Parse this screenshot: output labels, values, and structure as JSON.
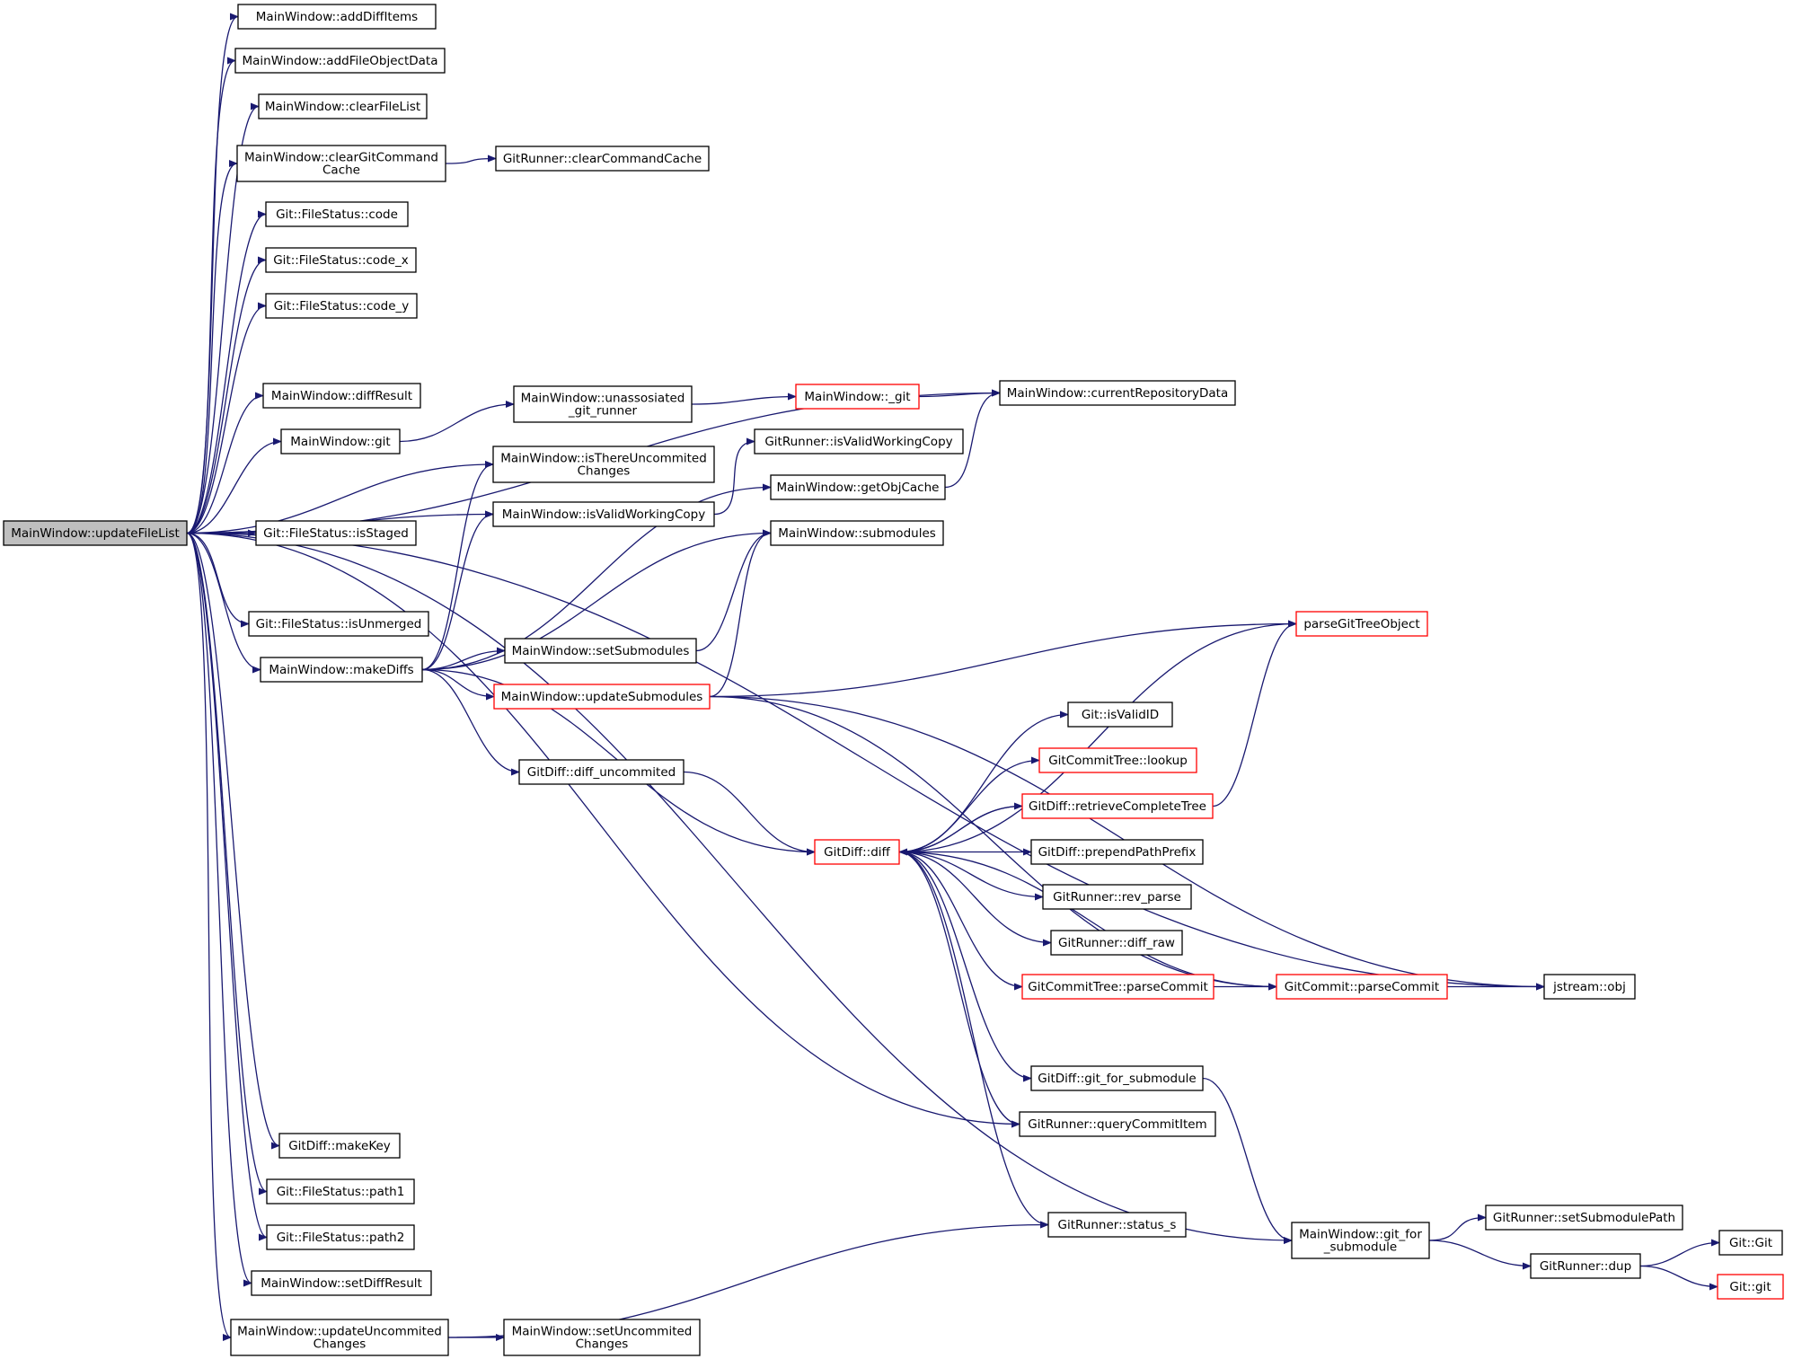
{
  "colors": {
    "edge": "#191970",
    "node_border": "#000000",
    "node_highlight_border": "#ff0000",
    "root_fill": "#bfbfbf"
  },
  "nodes": {
    "updateFileList": {
      "lines": [
        "MainWindow::updateFileList"
      ],
      "style": "root"
    },
    "addDiffItems": {
      "lines": [
        "MainWindow::addDiffItems"
      ]
    },
    "addFileObjectData": {
      "lines": [
        "MainWindow::addFileObjectData"
      ]
    },
    "clearFileList": {
      "lines": [
        "MainWindow::clearFileList"
      ]
    },
    "clearGitCommandCache": {
      "lines": [
        "MainWindow::clearGitCommand",
        "Cache"
      ]
    },
    "clearCommandCache": {
      "lines": [
        "GitRunner::clearCommandCache"
      ]
    },
    "fsCode": {
      "lines": [
        "Git::FileStatus::code"
      ]
    },
    "fsCodeX": {
      "lines": [
        "Git::FileStatus::code_x"
      ]
    },
    "fsCodeY": {
      "lines": [
        "Git::FileStatus::code_y"
      ]
    },
    "currentRepositoryData": {
      "lines": [
        "MainWindow::currentRepositoryData"
      ]
    },
    "diffResult": {
      "lines": [
        "MainWindow::diffResult"
      ]
    },
    "unassosiated": {
      "lines": [
        "MainWindow::unassosiated",
        "_git_runner"
      ]
    },
    "mwGitPriv": {
      "lines": [
        "MainWindow::_git"
      ],
      "style": "red"
    },
    "mwGit": {
      "lines": [
        "MainWindow::git"
      ]
    },
    "isValidWorkingCopyRunner": {
      "lines": [
        "GitRunner::isValidWorkingCopy"
      ]
    },
    "isThereUncommited": {
      "lines": [
        "MainWindow::isThereUncommited",
        "Changes"
      ]
    },
    "isValidWorkingCopy": {
      "lines": [
        "MainWindow::isValidWorkingCopy"
      ]
    },
    "getObjCache": {
      "lines": [
        "MainWindow::getObjCache"
      ]
    },
    "isStaged": {
      "lines": [
        "Git::FileStatus::isStaged"
      ]
    },
    "submodules": {
      "lines": [
        "MainWindow::submodules"
      ]
    },
    "isUnmerged": {
      "lines": [
        "Git::FileStatus::isUnmerged"
      ]
    },
    "parseGitTreeObject": {
      "lines": [
        "parseGitTreeObject"
      ],
      "style": "red"
    },
    "makeDiffs": {
      "lines": [
        "MainWindow::makeDiffs"
      ]
    },
    "setSubmodules": {
      "lines": [
        "MainWindow::setSubmodules"
      ]
    },
    "updateSubmodules": {
      "lines": [
        "MainWindow::updateSubmodules"
      ],
      "style": "red"
    },
    "isValidID": {
      "lines": [
        "Git::isValidID"
      ]
    },
    "lookup": {
      "lines": [
        "GitCommitTree::lookup"
      ],
      "style": "red"
    },
    "diffUncommited": {
      "lines": [
        "GitDiff::diff_uncommited"
      ]
    },
    "retrieveCompleteTree": {
      "lines": [
        "GitDiff::retrieveCompleteTree"
      ],
      "style": "red"
    },
    "diff": {
      "lines": [
        "GitDiff::diff"
      ],
      "style": "red"
    },
    "prependPathPrefix": {
      "lines": [
        "GitDiff::prependPathPrefix"
      ]
    },
    "revParse": {
      "lines": [
        "GitRunner::rev_parse"
      ]
    },
    "diffRaw": {
      "lines": [
        "GitRunner::diff_raw"
      ]
    },
    "treeParseCommit": {
      "lines": [
        "GitCommitTree::parseCommit"
      ],
      "style": "red"
    },
    "commitParseCommit": {
      "lines": [
        "GitCommit::parseCommit"
      ],
      "style": "red"
    },
    "jstreamObj": {
      "lines": [
        "jstream::obj"
      ]
    },
    "gitForSubmoduleDiff": {
      "lines": [
        "GitDiff::git_for_submodule"
      ]
    },
    "queryCommitItem": {
      "lines": [
        "GitRunner::queryCommitItem"
      ]
    },
    "makeKey": {
      "lines": [
        "GitDiff::makeKey"
      ]
    },
    "path1": {
      "lines": [
        "Git::FileStatus::path1"
      ]
    },
    "statusS": {
      "lines": [
        "GitRunner::status_s"
      ]
    },
    "setSubmodulePath": {
      "lines": [
        "GitRunner::setSubmodulePath"
      ]
    },
    "mwGitForSubmodule": {
      "lines": [
        "MainWindow::git_for",
        "_submodule"
      ]
    },
    "path2": {
      "lines": [
        "Git::FileStatus::path2"
      ]
    },
    "gitGit": {
      "lines": [
        "Git::Git"
      ]
    },
    "dup": {
      "lines": [
        "GitRunner::dup"
      ]
    },
    "setDiffResult": {
      "lines": [
        "MainWindow::setDiffResult"
      ]
    },
    "gitGitLower": {
      "lines": [
        "Git::git"
      ],
      "style": "red"
    },
    "updateUncommited": {
      "lines": [
        "MainWindow::updateUncommited",
        "Changes"
      ]
    },
    "setUncommited": {
      "lines": [
        "MainWindow::setUncommited",
        "Changes"
      ]
    }
  },
  "edges": [
    [
      "updateFileList",
      "addDiffItems"
    ],
    [
      "updateFileList",
      "addFileObjectData"
    ],
    [
      "updateFileList",
      "clearFileList"
    ],
    [
      "updateFileList",
      "clearGitCommandCache"
    ],
    [
      "updateFileList",
      "fsCode"
    ],
    [
      "updateFileList",
      "fsCodeX"
    ],
    [
      "updateFileList",
      "fsCodeY"
    ],
    [
      "updateFileList",
      "currentRepositoryData"
    ],
    [
      "updateFileList",
      "diffResult"
    ],
    [
      "updateFileList",
      "mwGit"
    ],
    [
      "updateFileList",
      "isThereUncommited"
    ],
    [
      "updateFileList",
      "isStaged"
    ],
    [
      "updateFileList",
      "isValidWorkingCopy"
    ],
    [
      "updateFileList",
      "isUnmerged"
    ],
    [
      "updateFileList",
      "makeDiffs"
    ],
    [
      "updateFileList",
      "jstreamObj"
    ],
    [
      "updateFileList",
      "queryCommitItem"
    ],
    [
      "updateFileList",
      "mwGitForSubmodule"
    ],
    [
      "updateFileList",
      "makeKey"
    ],
    [
      "updateFileList",
      "path1"
    ],
    [
      "updateFileList",
      "path2"
    ],
    [
      "updateFileList",
      "setDiffResult"
    ],
    [
      "updateFileList",
      "updateUncommited"
    ],
    [
      "clearGitCommandCache",
      "clearCommandCache"
    ],
    [
      "mwGit",
      "unassosiated"
    ],
    [
      "unassosiated",
      "mwGitPriv"
    ],
    [
      "mwGitPriv",
      "currentRepositoryData"
    ],
    [
      "isValidWorkingCopy",
      "isValidWorkingCopyRunner"
    ],
    [
      "getObjCache",
      "currentRepositoryData"
    ],
    [
      "makeDiffs",
      "isThereUncommited"
    ],
    [
      "makeDiffs",
      "isValidWorkingCopy"
    ],
    [
      "makeDiffs",
      "getObjCache"
    ],
    [
      "makeDiffs",
      "submodules"
    ],
    [
      "makeDiffs",
      "setSubmodules"
    ],
    [
      "makeDiffs",
      "updateSubmodules"
    ],
    [
      "makeDiffs",
      "diffUncommited"
    ],
    [
      "makeDiffs",
      "diff"
    ],
    [
      "setSubmodules",
      "submodules"
    ],
    [
      "updateSubmodules",
      "submodules"
    ],
    [
      "updateSubmodules",
      "jstreamObj"
    ],
    [
      "updateSubmodules",
      "parseGitTreeObject"
    ],
    [
      "updateSubmodules",
      "commitParseCommit"
    ],
    [
      "diffUncommited",
      "diff"
    ],
    [
      "diff",
      "parseGitTreeObject"
    ],
    [
      "diff",
      "isValidID"
    ],
    [
      "diff",
      "lookup"
    ],
    [
      "diff",
      "retrieveCompleteTree"
    ],
    [
      "diff",
      "prependPathPrefix"
    ],
    [
      "diff",
      "revParse"
    ],
    [
      "diff",
      "diffRaw"
    ],
    [
      "diff",
      "treeParseCommit"
    ],
    [
      "diff",
      "commitParseCommit"
    ],
    [
      "diff",
      "gitForSubmoduleDiff"
    ],
    [
      "diff",
      "queryCommitItem"
    ],
    [
      "diff",
      "statusS"
    ],
    [
      "retrieveCompleteTree",
      "diff"
    ],
    [
      "retrieveCompleteTree",
      "parseGitTreeObject"
    ],
    [
      "treeParseCommit",
      "commitParseCommit"
    ],
    [
      "commitParseCommit",
      "jstreamObj"
    ],
    [
      "gitForSubmoduleDiff",
      "mwGitForSubmodule"
    ],
    [
      "mwGitForSubmodule",
      "setSubmodulePath"
    ],
    [
      "mwGitForSubmodule",
      "dup"
    ],
    [
      "dup",
      "gitGit"
    ],
    [
      "dup",
      "gitGitLower"
    ],
    [
      "updateUncommited",
      "statusS"
    ],
    [
      "updateUncommited",
      "setUncommited"
    ]
  ]
}
